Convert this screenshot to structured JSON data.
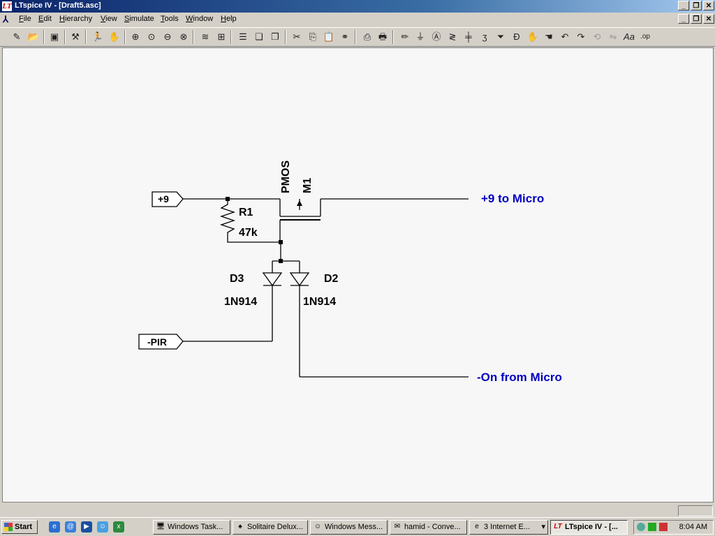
{
  "window": {
    "title": "LTspice IV - [Draft5.asc]"
  },
  "menu": [
    "File",
    "Edit",
    "Hierarchy",
    "View",
    "Simulate",
    "Tools",
    "Window",
    "Help"
  ],
  "schematic": {
    "flags": {
      "vplus": "+9",
      "pir": "-PIR"
    },
    "nets": {
      "out_micro": "+9 to Micro",
      "on_micro": "-On from Micro"
    },
    "r1": {
      "name": "R1",
      "value": "47k"
    },
    "m1": {
      "name": "M1",
      "type": "PMOS"
    },
    "d3": {
      "name": "D3",
      "value": "1N914"
    },
    "d2": {
      "name": "D2",
      "value": "1N914"
    },
    "net_label_color": "#0000c0"
  },
  "taskbar": {
    "start": "Start",
    "tasks": [
      "Windows Task...",
      "Solitaire Delux...",
      "Windows Mess...",
      "hamid - Conve...",
      "3 Internet E...",
      "LTspice IV - [..."
    ],
    "clock": "8:04 AM"
  }
}
